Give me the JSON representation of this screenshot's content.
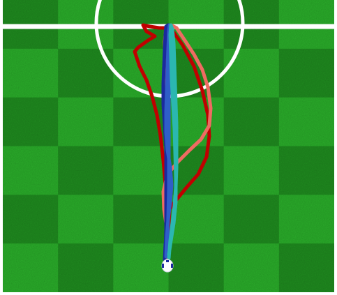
{
  "field": {
    "colors": {
      "dark": "#1f8c1f",
      "light": "#2aae2a",
      "lines": "#ffffff",
      "border": "#ffffff"
    }
  },
  "trajectories": [
    {
      "name": "dark-red",
      "color": "#c00000"
    },
    {
      "name": "light-red",
      "color": "#ef6b62"
    },
    {
      "name": "navy",
      "color": "#1a2a9e"
    },
    {
      "name": "blue",
      "color": "#2f5ec8"
    },
    {
      "name": "teal",
      "color": "#2bb7b0"
    }
  ],
  "robot": {
    "colors": {
      "body": "#ffffff",
      "accent": "#1a2a9e"
    }
  }
}
